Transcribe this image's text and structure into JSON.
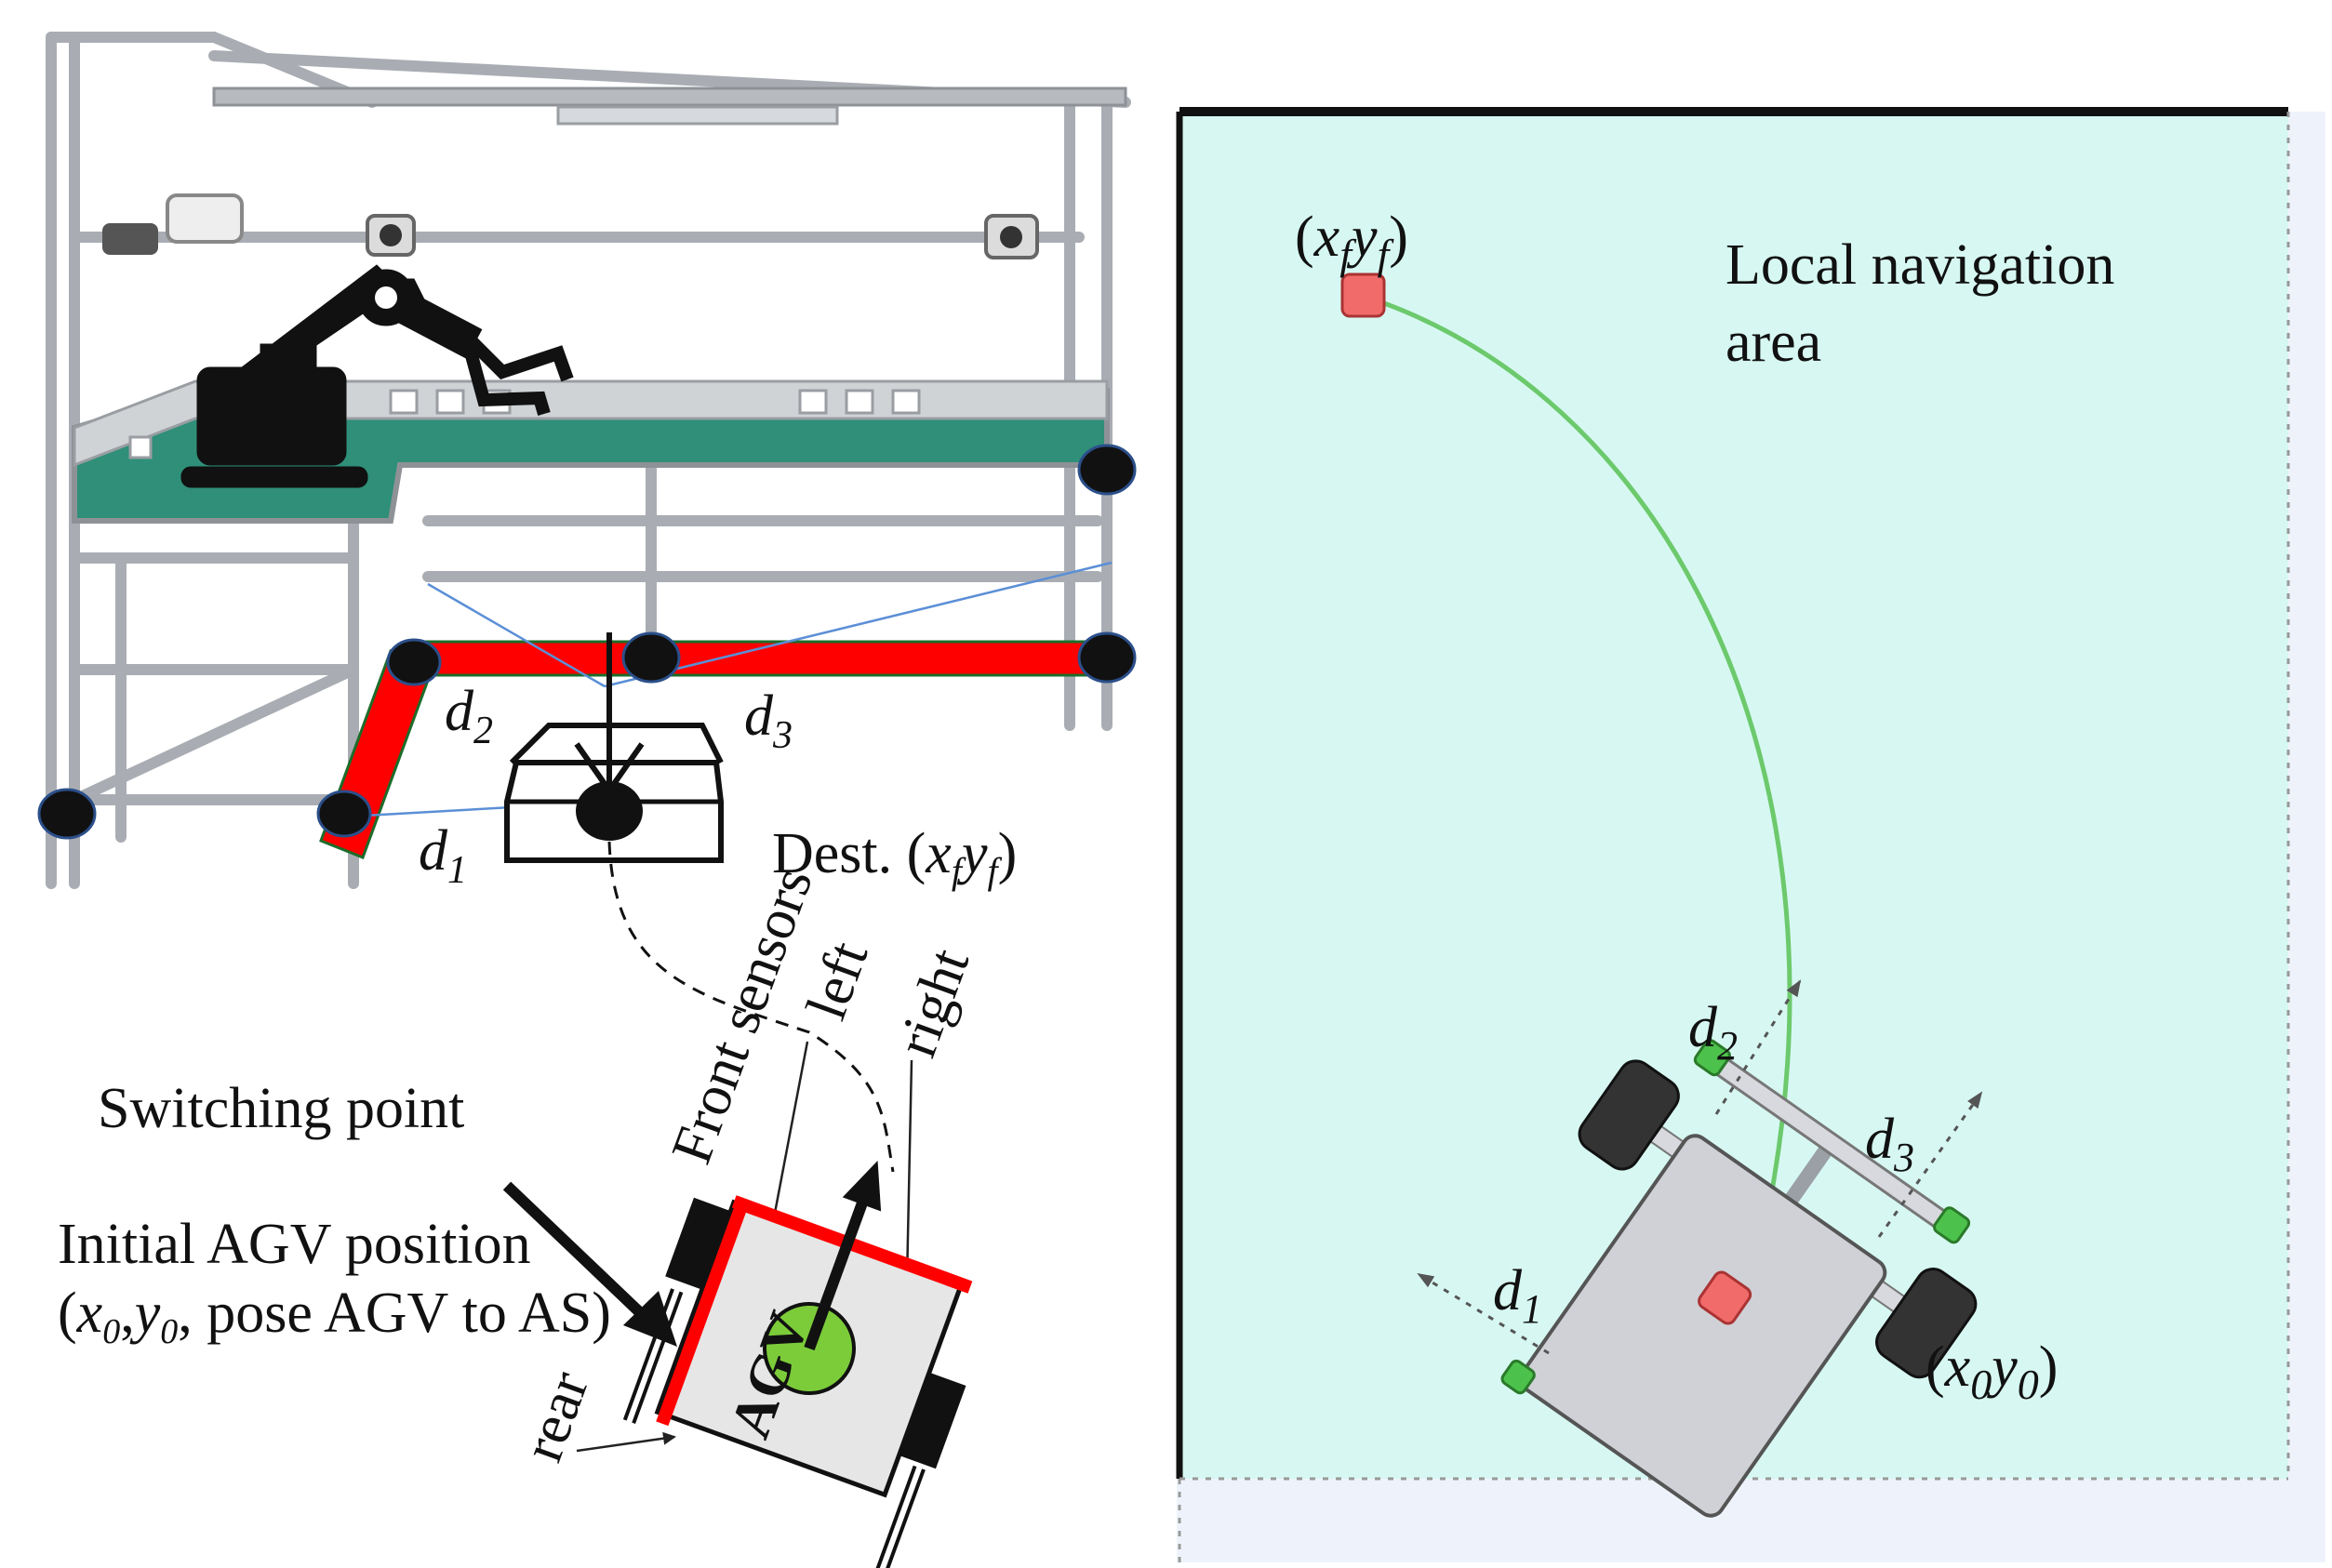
{
  "left_panel": {
    "labels": {
      "d1": "d",
      "d1_sub": "1",
      "d2": "d",
      "d2_sub": "2",
      "d3": "d",
      "d3_sub": "3",
      "dest_prefix": "Dest. (",
      "dest_x": "x",
      "dest_x_sub": "f",
      "dest_y": "y",
      "dest_y_sub": "f",
      "dest_suffix": ")",
      "switching_point": "Switching  point",
      "initial_line1": "Initial AGV position",
      "initial_line2_open": "(",
      "initial_x": "x",
      "initial_x_sub": "0",
      "initial_y": "y",
      "initial_y_sub": "0",
      "initial_line2_rest": ", pose AGV to AS)",
      "front_sensors": "Front sensors",
      "left": "left",
      "right": "right",
      "rear": "rear",
      "agv": "AGV"
    }
  },
  "right_panel": {
    "colors": {
      "area_fill": "#d7f8f2",
      "path": "#6cc96c",
      "target": "#f26b6b",
      "sensor": "#4cc24c",
      "body": "#cfd1d6",
      "wheel": "#333333"
    },
    "labels": {
      "target_open": "(",
      "target_x": "x",
      "target_x_sub": "f",
      "target_y": "y",
      "target_y_sub": "f",
      "target_close": ")",
      "area_line1": "Local navigation",
      "area_line2": "area",
      "d1": "d",
      "d1_sub": "1",
      "d2": "d",
      "d2_sub": "2",
      "d3": "d",
      "d3_sub": "3",
      "start_open": "(",
      "start_x": "x",
      "start_x_sub": "0",
      "start_y": "y",
      "start_y_sub": "0",
      "start_close": ")"
    }
  }
}
